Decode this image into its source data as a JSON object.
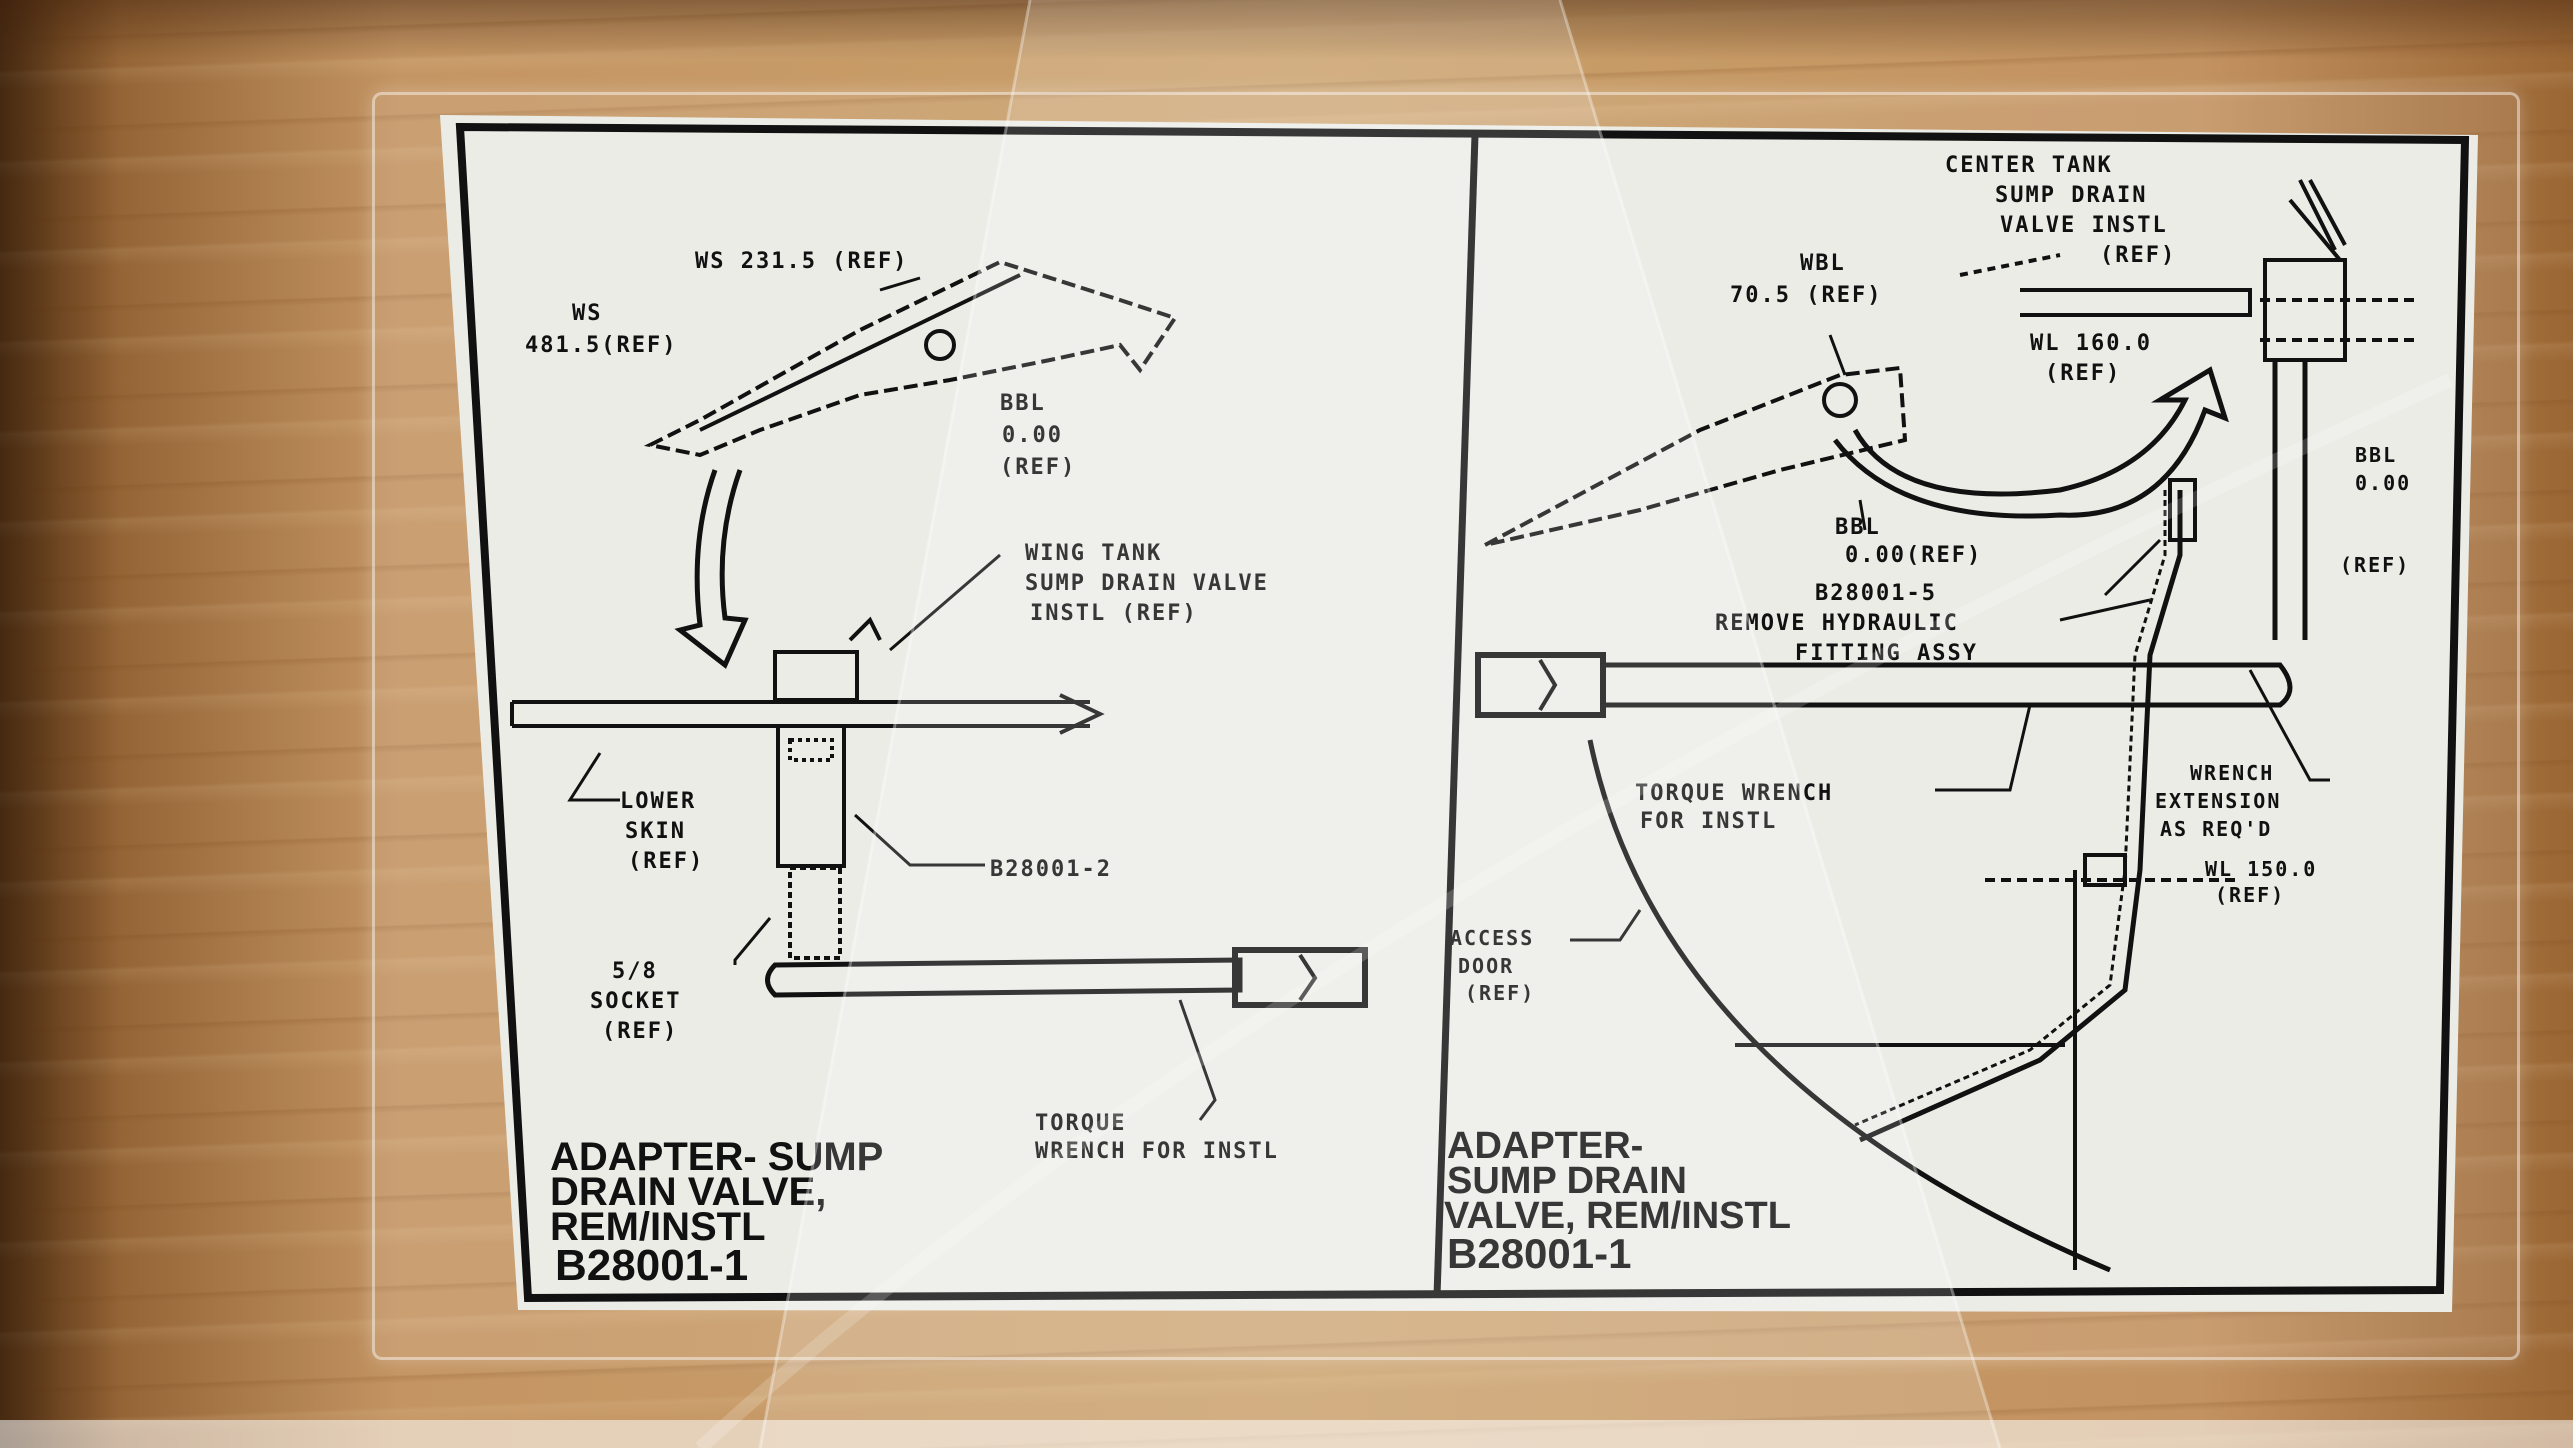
{
  "left_panel": {
    "labels": {
      "ws_231": "WS 231.5 (REF)",
      "ws_481_a": "WS",
      "ws_481_b": "481.5(REF)",
      "bbl_a": "BBL",
      "bbl_b": "0.00",
      "bbl_c": "(REF)",
      "wing_tank_a": "WING TANK",
      "wing_tank_b": "SUMP DRAIN VALVE",
      "wing_tank_c": "INSTL (REF)",
      "lower_skin_a": "LOWER",
      "lower_skin_b": "SKIN",
      "lower_skin_c": "(REF)",
      "part_2": "B28001-2",
      "socket_a": "5/8",
      "socket_b": "SOCKET",
      "socket_c": "(REF)",
      "torque_a": "TORQUE",
      "torque_b": "WRENCH FOR INSTL"
    },
    "title_lines": [
      "ADAPTER- SUMP",
      "DRAIN VALVE,",
      "REM/INSTL",
      "B28001-1"
    ]
  },
  "right_panel": {
    "labels": {
      "center_tank_a": "CENTER TANK",
      "center_tank_b": "SUMP DRAIN",
      "center_tank_c": "VALVE INSTL",
      "center_tank_d": "(REF)",
      "wbl_a": "WBL",
      "wbl_b": "70.5 (REF)",
      "wl_160_a": "WL 160.0",
      "wl_160_b": "(REF)",
      "bbl_right_a": "BBL",
      "bbl_right_b": "0.00(REF)",
      "bbl_far_a": "BBL",
      "bbl_far_b": "0.00",
      "bbl_far_c": "(REF)",
      "part_5": "B28001-5",
      "remove_a": "REMOVE HYDRAULIC",
      "remove_b": "FITTING ASSY",
      "torque_a": "TORQUE WRENCH",
      "torque_b": "FOR INSTL",
      "wrench_ext_a": "WRENCH",
      "wrench_ext_b": "EXTENSION",
      "wrench_ext_c": "AS REQ'D",
      "wl_150_a": "WL 150.0",
      "wl_150_b": "(REF)",
      "access_a": "ACCESS",
      "access_b": "DOOR",
      "access_c": "(REF)"
    },
    "title_lines": [
      "ADAPTER-",
      "SUMP DRAIN",
      "VALVE, REM/INSTL",
      "B28001-1"
    ]
  },
  "colors": {
    "wood": "#c49563",
    "paper": "#ecece7",
    "ink": "#111111"
  }
}
